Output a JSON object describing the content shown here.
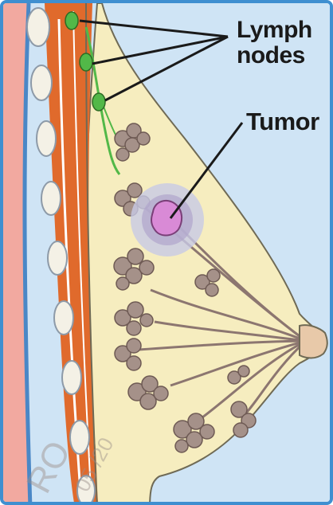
{
  "labels": {
    "lymph_line1": "Lymph",
    "lymph_line2": "nodes",
    "tumor": "Tumor"
  },
  "watermark": {
    "text1": "RO",
    "text2": "05 /20"
  },
  "colors": {
    "frame": "#3f8fd0",
    "skin": "#f2a9a0",
    "muscle": "#e06a2c",
    "breast_tissue": "#f6edbf",
    "lobules": "#8c7670",
    "lymph_node": "#52b848",
    "tumor": "#d98ad6",
    "tumor_halo": "#c8c9e6"
  }
}
